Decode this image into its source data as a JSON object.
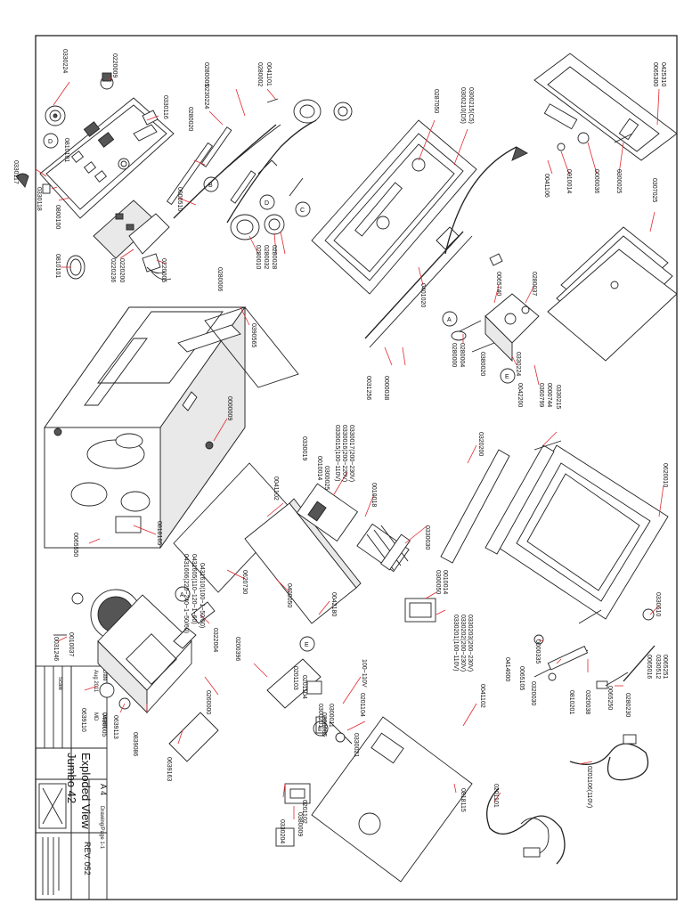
{
  "title_block": {
    "title_line1": "Exploded View",
    "title_line2": "Jumbo 42",
    "paper_size": "A 4",
    "drawing_page_label": "Drawing/Page 1-1",
    "rev_label": "REV. 052",
    "date_label": "Date",
    "date_value": "Aug 2011",
    "drawn_label": "Drawn",
    "drawn_value": "MD",
    "scale_label": "Scale"
  },
  "callouts": {
    "c0330224": "0330224",
    "c0220009": "0220009",
    "c0330116": "0330116",
    "c0810101a": "0810101",
    "c0330117": "0330117",
    "c0330118": "0330118",
    "c0800100": "0800100",
    "c0810101b": "0810101",
    "c0220236": "0220236",
    "c0220200": "0220200",
    "c0220005": "0220005",
    "c0280005": "0280005",
    "c0280020": "0280020",
    "c0230224": "0230224",
    "c0280002": "0280002",
    "c0041101": "0041101",
    "c0280010": "0280010",
    "c0280032": "0280032",
    "c0280028": "0280028",
    "c0000510": "0000510",
    "c0280006": "0280006",
    "c0287050": "0287050",
    "c0300210": "0300210(D5)",
    "c0300215": "0300215(C5)",
    "c0065300": "0065300",
    "c0425310": "0425310",
    "c0000036": "0000036",
    "c0010014": "0010014",
    "c0041106": "0041106",
    "c0300025": "0300025",
    "c0307025": "0307025",
    "c0401020": "0401020",
    "c0065740": "0065740",
    "c0280037": "0280037",
    "c0390565": "0390565",
    "c0031256": "0031256",
    "c0000038": "0000038",
    "c0280000": "0280000",
    "c0280004": "0280004",
    "c0330224b": "0330224",
    "c0380020": "0380020",
    "c0000009": "0000009",
    "c0042200": "0042200",
    "c0360799": "0360799",
    "c0000744": "0000744",
    "c0330215": "0330215",
    "c0320200": "0320200",
    "c0620010": "0620010",
    "c0041102": "0041102",
    "c0330019": "0330019",
    "c0330015": "0330015(100~110V)",
    "c0330016": "0330016(200~220V)",
    "c0330017": "0330017(200~230V)",
    "c0010014b": "0010014",
    "c0300025b": "0300025",
    "c0010018": "0010018",
    "c0330030": "0330030",
    "c0818105": "0818105",
    "c0065550": "0065550",
    "c0620730": "0620730",
    "c0431610": "0431610(100~1~50/60)",
    "c0431605": "0431605(110~120~1~60)",
    "c0431606": "0431606(220~240~1~50/60)",
    "c0400050": "0400050",
    "c0042180": "0042180",
    "c0010014c": "0010014",
    "c0300050": "0300050",
    "c0330201": "0330201(100~110V)",
    "c0330202": "0330202(200~230V)",
    "c0330203": "0330203(200~230V)",
    "c0330510": "0330510",
    "c0065251": "0065251",
    "c0330512": "0330512",
    "c0065016": "0065016",
    "c0414000": "0414000",
    "c0065105": "0065105",
    "c0000335": "0000335",
    "c0320030": "0320030",
    "c0810201": "0810201",
    "c0320038": "0320038",
    "c0065250": "0065250",
    "c0280230": "0280230",
    "c0031246": "0031246",
    "c0010037": "0010037",
    "c0639110": "0639110",
    "c0430005": "0430005",
    "c0639113": "0639113",
    "c0839086": "0839086",
    "c0639163": "0639163",
    "c0322004": "0322004",
    "c0260000": "0260000",
    "c0200396": "0200396",
    "c0201103": "0201103",
    "c0201104": "0201104",
    "c0300201": "0300201",
    "c0300011": "0300011",
    "c0300005": "0300005",
    "c0330021": "0330021",
    "c0201104b": "0201104",
    "c0100110v": "100~110V",
    "c0380009": "0380009",
    "c0201102": "0201102",
    "c0330204": "0330204",
    "c0041102b": "0041102",
    "c0818115": "0818115",
    "c0201101": "0201101",
    "c0201106": "0201106(110V)"
  },
  "markers": {
    "mA1": "A",
    "mA2": "A",
    "mA3": "A",
    "mB1": "B",
    "mB2": "B",
    "mC1": "C",
    "mC2": "C",
    "mD1": "D",
    "mD2": "D",
    "mE1": "E",
    "mE2": "E",
    "mE3": "E"
  }
}
